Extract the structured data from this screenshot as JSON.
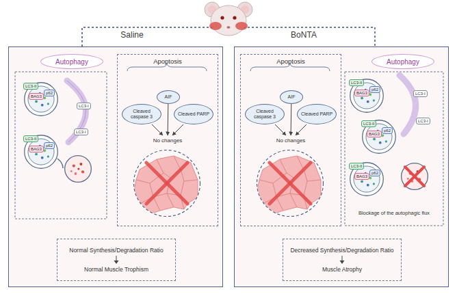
{
  "diagram": {
    "nodes": [
      {
        "text": [
          "Saline"
        ]
      },
      {
        "text": [
          "Autophagy"
        ],
        "in": 0
      },
      {
        "text": [
          "Apoptosis"
        ],
        "in": 0
      },
      {
        "text": [
          "AIF"
        ],
        "in": 2
      },
      {
        "text": [
          "Cleaved caspase 3"
        ],
        "in": 2
      },
      {
        "text": [
          "Cleaved PARP"
        ],
        "in": 2
      },
      {
        "text": [
          "No changes"
        ],
        "in": 2
      },
      {
        "text": [
          "Normal Synthesis/Degradation Ratio",
          "Normal Muscle Trophism"
        ],
        "in": 0
      },
      {
        "text": [
          "BoNTA"
        ]
      },
      {
        "text": [
          "Apoptosis"
        ],
        "in": 8
      },
      {
        "text": [
          "AIF"
        ],
        "in": 9
      },
      {
        "text": [
          "Cleaved caspase 3"
        ],
        "in": 9
      },
      {
        "text": [
          "Cleaved PARP"
        ],
        "in": 9
      },
      {
        "text": [
          "No changes"
        ],
        "in": 9
      },
      {
        "text": [
          "Autophagy"
        ],
        "in": 8
      },
      {
        "text": [
          "Decreased Synthesis/Degradation Ratio",
          "Muscle Atrophy"
        ],
        "in": 8
      }
    ],
    "edges": [
      {
        "from": 3,
        "to": 6,
        "arrow": "to"
      },
      {
        "from": 4,
        "to": 6,
        "arrow": "to"
      },
      {
        "from": 5,
        "to": 6,
        "arrow": "to"
      },
      {
        "from": 10,
        "to": 13,
        "arrow": "to"
      },
      {
        "from": 11,
        "to": 13,
        "arrow": "to"
      },
      {
        "from": 12,
        "to": 13,
        "arrow": "to"
      }
    ],
    "labels": [
      "LC3-II",
      "BAG3",
      "p62",
      "LC3-II",
      "BAG3",
      "p62",
      "LC3-I",
      "LC3-I",
      "LC3-II",
      "BAG3",
      "p62",
      "LC3-II",
      "BAG3",
      "p62",
      "LC3-II",
      "BAG3",
      "p62",
      "LC3-I",
      "LC3-I",
      "Blockage of the autophagic flux"
    ]
  }
}
